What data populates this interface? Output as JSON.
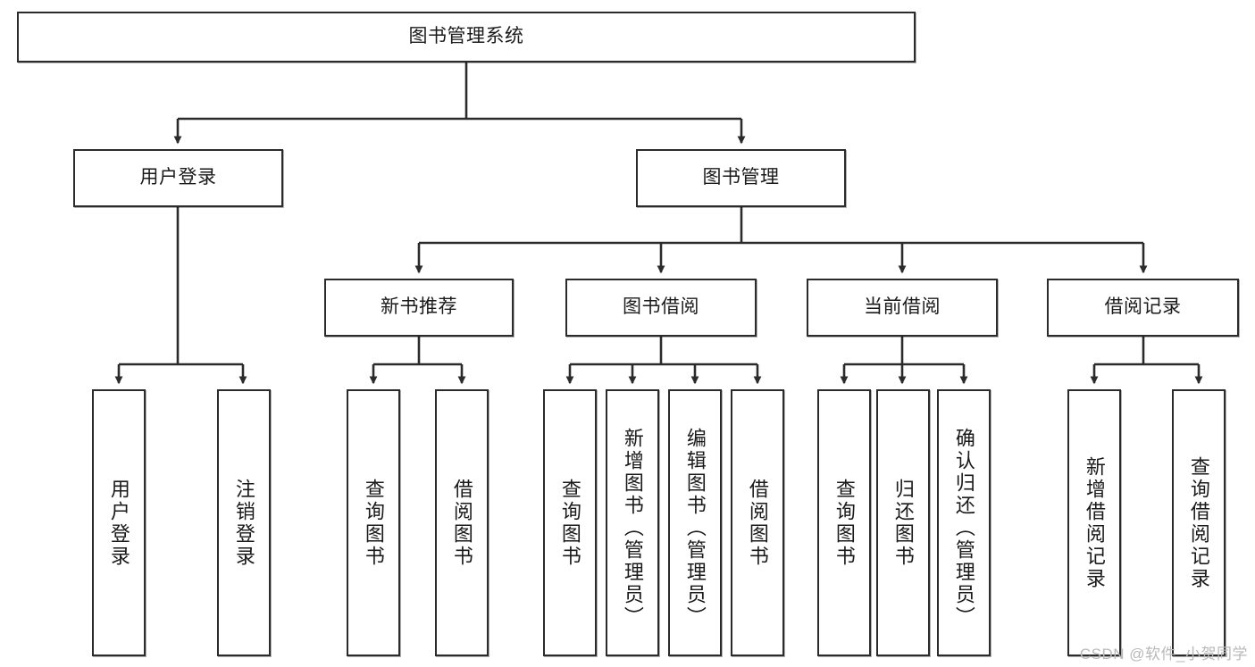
{
  "diagram": {
    "title": "图书管理系统",
    "type": "hierarchy-tree",
    "watermark": "CSDN @软件_小贺同学",
    "colors": {
      "stroke": "#2b2b2b",
      "fill": "#ffffff",
      "text": "#1a1a1a",
      "watermark": "#b9b9b9"
    },
    "levels": {
      "root": {
        "label": "图书管理系统"
      },
      "level2": [
        {
          "id": "user-login",
          "label": "用户登录"
        },
        {
          "id": "book-management",
          "label": "图书管理"
        }
      ],
      "level3": [
        {
          "id": "new-book-recommend",
          "label": "新书推荐",
          "parent": "book-management"
        },
        {
          "id": "book-borrow",
          "label": "图书借阅",
          "parent": "book-management"
        },
        {
          "id": "current-borrow",
          "label": "当前借阅",
          "parent": "book-management"
        },
        {
          "id": "borrow-record",
          "label": "借阅记录",
          "parent": "book-management"
        }
      ],
      "leaves": {
        "user-login": [
          {
            "id": "leaf-user-login",
            "label": "用户登录"
          },
          {
            "id": "leaf-logout",
            "label": "注销登录"
          }
        ],
        "new-book-recommend": [
          {
            "id": "leaf-query-book-1",
            "label": "查询图书"
          },
          {
            "id": "leaf-borrow-book-1",
            "label": "借阅图书"
          }
        ],
        "book-borrow": [
          {
            "id": "leaf-query-book-2",
            "label": "查询图书"
          },
          {
            "id": "leaf-add-book",
            "label": "新增图书（管理员）"
          },
          {
            "id": "leaf-edit-book",
            "label": "编辑图书（管理员）"
          },
          {
            "id": "leaf-borrow-book-2",
            "label": "借阅图书"
          }
        ],
        "current-borrow": [
          {
            "id": "leaf-query-book-3",
            "label": "查询图书"
          },
          {
            "id": "leaf-return-book",
            "label": "归还图书"
          },
          {
            "id": "leaf-confirm-return",
            "label": "确认归还（管理员）"
          }
        ],
        "borrow-record": [
          {
            "id": "leaf-add-record",
            "label": "新增借阅记录"
          },
          {
            "id": "leaf-query-record",
            "label": "查询借阅记录"
          }
        ]
      }
    }
  }
}
